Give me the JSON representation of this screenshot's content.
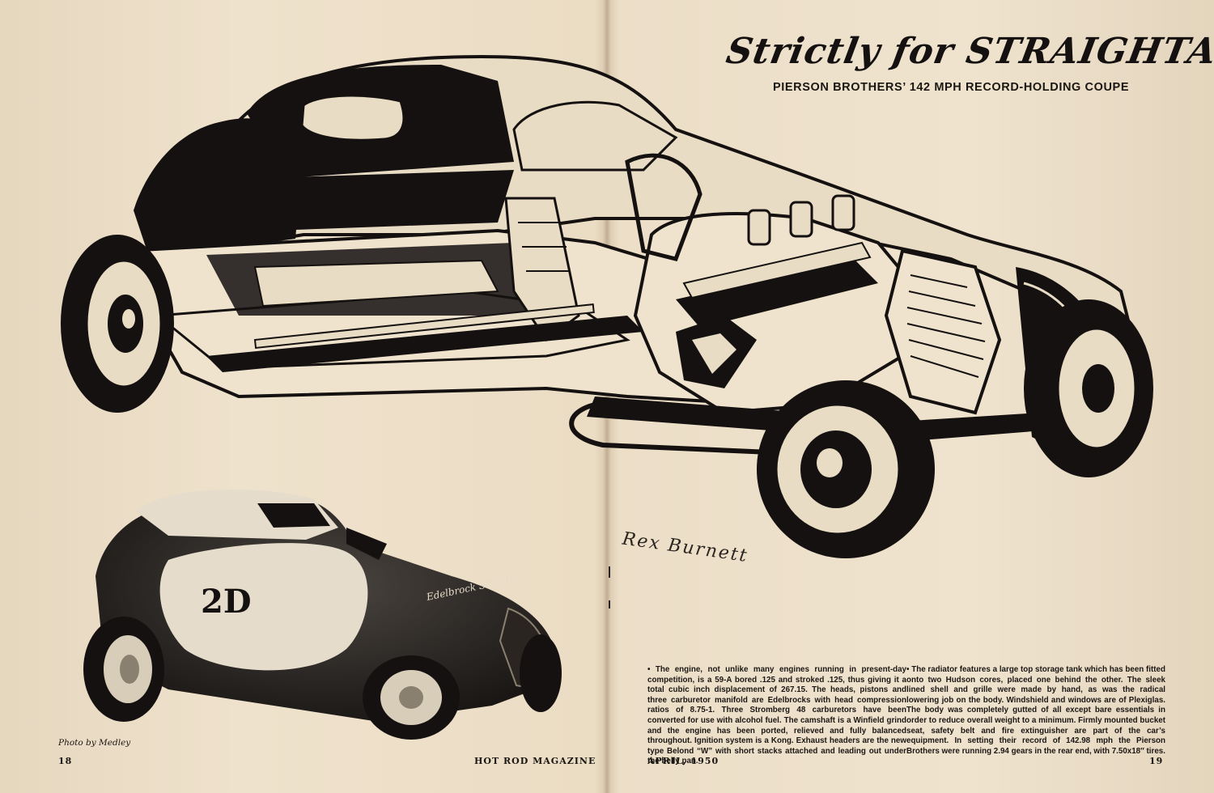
{
  "article": {
    "title": "Strictly for STRAIGHTAWAY",
    "subtitle": "PIERSON BROTHERS’ 142 MPH RECORD-HOLDING COUPE"
  },
  "illustration": {
    "signature": "Rex Burnett",
    "car_number": "2D",
    "car_decal": "Edelbrock SPECIAL",
    "photo_credit": "Photo by Medley"
  },
  "body_text": {
    "col1": "• The engine, not unlike many engines running in present-day competition, is a 59-A bored .125 and stroked .125, thus giving it a total cubic inch displacement of 267.15. The heads, pistons and three carburetor manifold are Edelbrocks with head compression ratios of 8.75-1. Three Stromberg 48 carburetors have been converted for use with alcohol fuel. The camshaft is a Winfield grind and the engine has been ported, relieved and fully balanced throughout. Ignition system is a Kong. Exhaust headers are the new type Belond “W” with short stacks attached and leading out under the belly pan.",
    "col2": "• The radiator features a large top storage tank which has been fitted onto two Hudson cores, placed one behind the other. The sleek lined shell and grille were made by hand, as was the radical lowering job on the body. Windshield and windows are of Plexiglas. The body was completely gutted of all except bare essentials in order to reduce overall weight to a minimum. Firmly mounted bucket seat, safety belt and fire extinguisher are part of the car’s equipment. In setting their record of 142.98 mph the Pierson Brothers were running 2.94 gears in the rear end, with 7.50x18″ tires."
  },
  "footer": {
    "page_left": "18",
    "magazine": "HOT ROD MAGAZINE",
    "date": "APRIL, 1950",
    "page_right": "19"
  }
}
